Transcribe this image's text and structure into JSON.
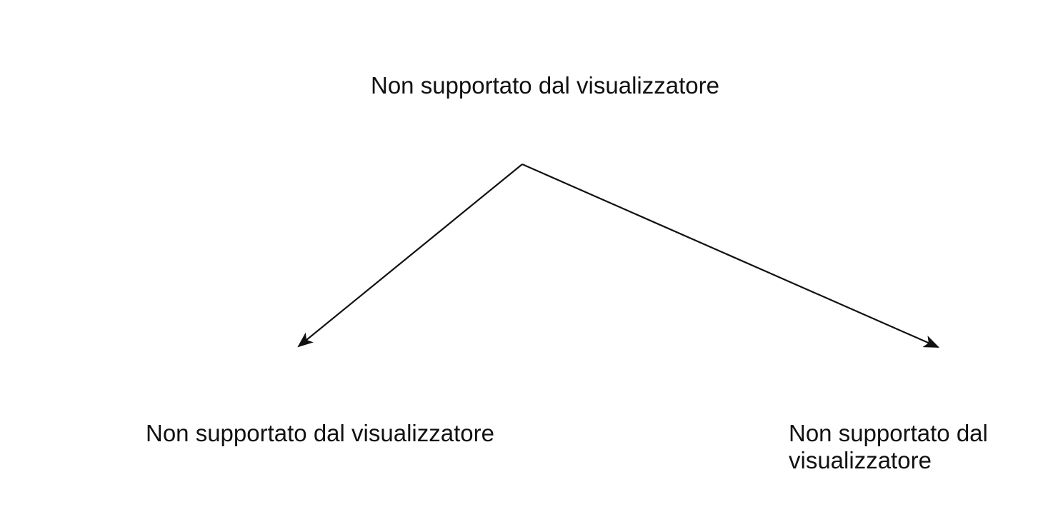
{
  "nodes": {
    "top": "Non supportato dal visualizzatore",
    "left": "Non supportato dal visualizzatore",
    "right": "Non supportato dal visualizzatore"
  },
  "edges": [
    {
      "from": "top",
      "to": "left"
    },
    {
      "from": "top",
      "to": "right"
    }
  ],
  "line_color": "#111111"
}
